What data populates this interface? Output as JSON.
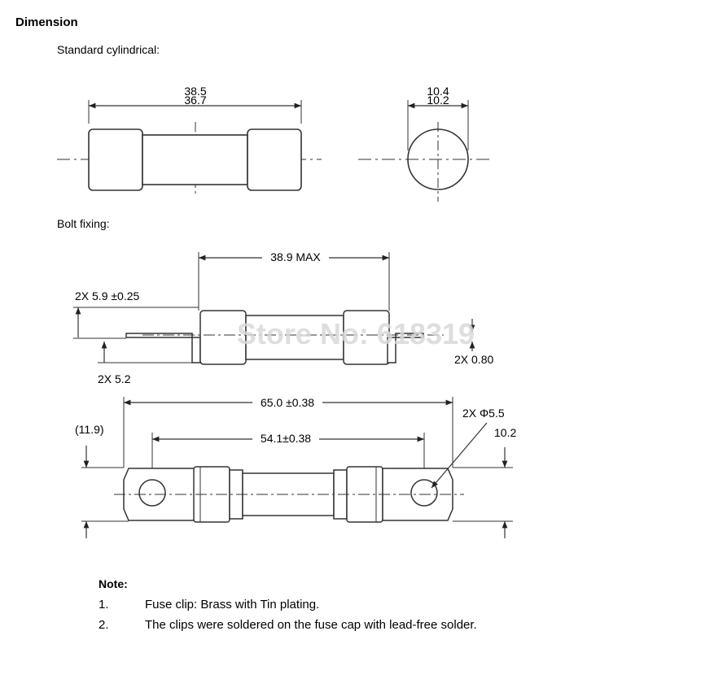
{
  "heading": "Dimension",
  "sections": {
    "standard": "Standard cylindrical:",
    "bolt": "Bolt fixing:"
  },
  "standard_dims": {
    "length_max": "38.5",
    "length_min": "36.7",
    "dia_max": "10.4",
    "dia_min": "10.2"
  },
  "bolt_dims": {
    "body_len": "38.9 MAX",
    "tab_height": "2X 5.9 ±0.25",
    "tab_offset": "2X 5.2",
    "thickness": "2X 0.80",
    "overall": "65.0 ±0.38",
    "hole_pitch": "54.1±0.38",
    "hole_dia": "2X Φ5.5",
    "width": "10.2",
    "ref_height": "(11.9)"
  },
  "watermark": "Store No: 618319",
  "note": {
    "heading": "Note:",
    "items": [
      {
        "num": "1.",
        "text": "Fuse clip: Brass with Tin plating."
      },
      {
        "num": "2.",
        "text": "The clips were soldered on the fuse cap with lead-free solder."
      }
    ]
  }
}
